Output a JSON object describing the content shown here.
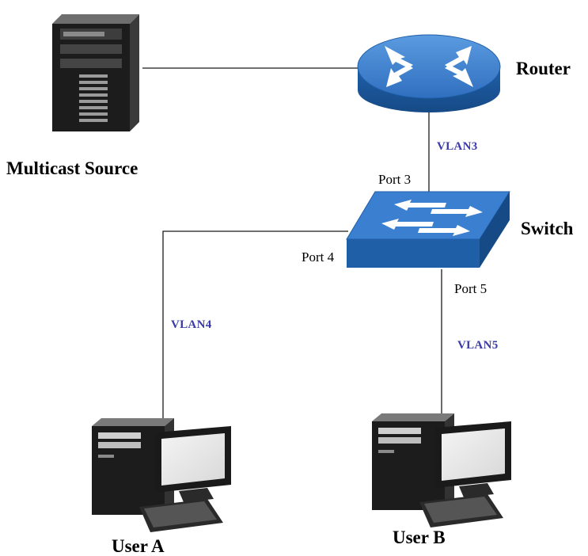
{
  "nodes": {
    "multicast_source": {
      "label": "Multicast Source",
      "icon": "server-tower-icon"
    },
    "router": {
      "label": "Router",
      "icon": "router-icon"
    },
    "switch": {
      "label": "Switch",
      "icon": "switch-icon"
    },
    "user_a": {
      "label": "User A",
      "icon": "desktop-computer-icon"
    },
    "user_b": {
      "label": "User B",
      "icon": "desktop-computer-icon"
    }
  },
  "ports": {
    "port3": "Port 3",
    "port4": "Port 4",
    "port5": "Port 5"
  },
  "vlans": {
    "router_link": "VLAN3",
    "user_a_link": "VLAN4",
    "user_b_link": "VLAN5"
  },
  "colors": {
    "device_blue": "#1f5fa8",
    "vlan_text": "#3a3aa8",
    "link_line": "#1a1a1a"
  }
}
